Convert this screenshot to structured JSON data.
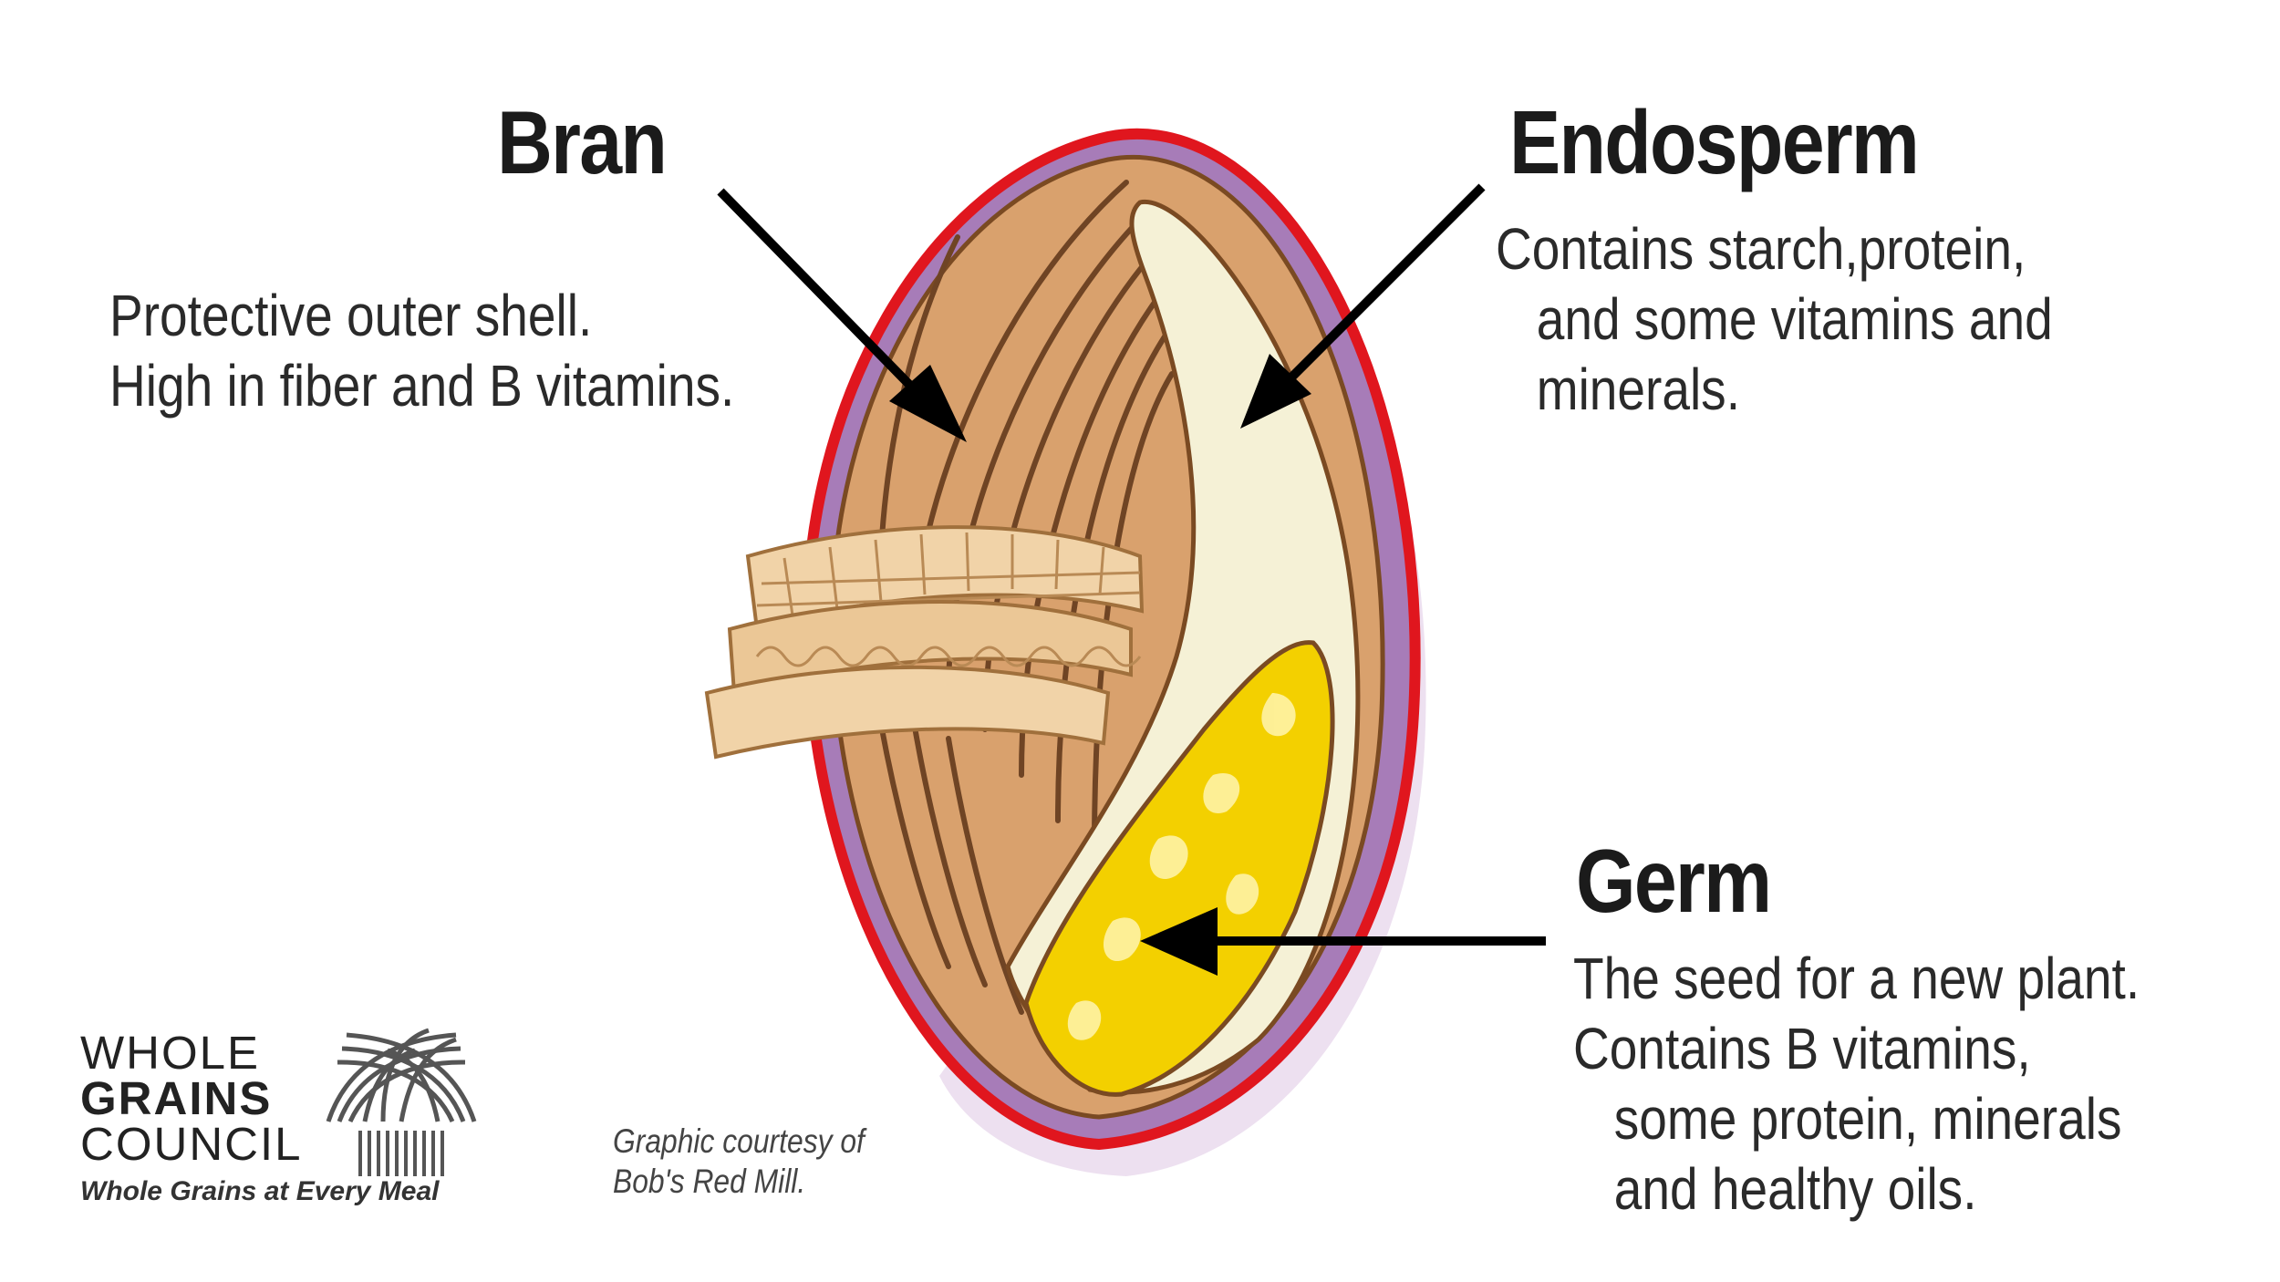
{
  "labels": {
    "bran": {
      "title": "Bran",
      "lines": [
        "Protective outer shell.",
        "High in fiber and B vitamins."
      ]
    },
    "endosperm": {
      "title": "Endosperm",
      "lines": [
        "Contains starch,protein,",
        "and some vitamins and",
        "minerals."
      ]
    },
    "germ": {
      "title": "Germ",
      "lines": [
        "The seed for a new plant.",
        "Contains B vitamins,",
        "some protein, minerals",
        "and healthy oils."
      ]
    }
  },
  "credit": {
    "line1": "Graphic courtesy of",
    "line2": "Bob's Red Mill."
  },
  "logo": {
    "line1": "WHOLE",
    "line2": "GRAINS",
    "line3": "COUNCIL",
    "tagline": "Whole Grains at Every Meal",
    "icon": "wheat-sheaf-icon"
  },
  "colors": {
    "husk_outline": "#e0161e",
    "purple_layer": "#a77cb8",
    "bran": "#d9a16d",
    "endosperm": "#f5f1d6",
    "germ": "#f3d000"
  }
}
